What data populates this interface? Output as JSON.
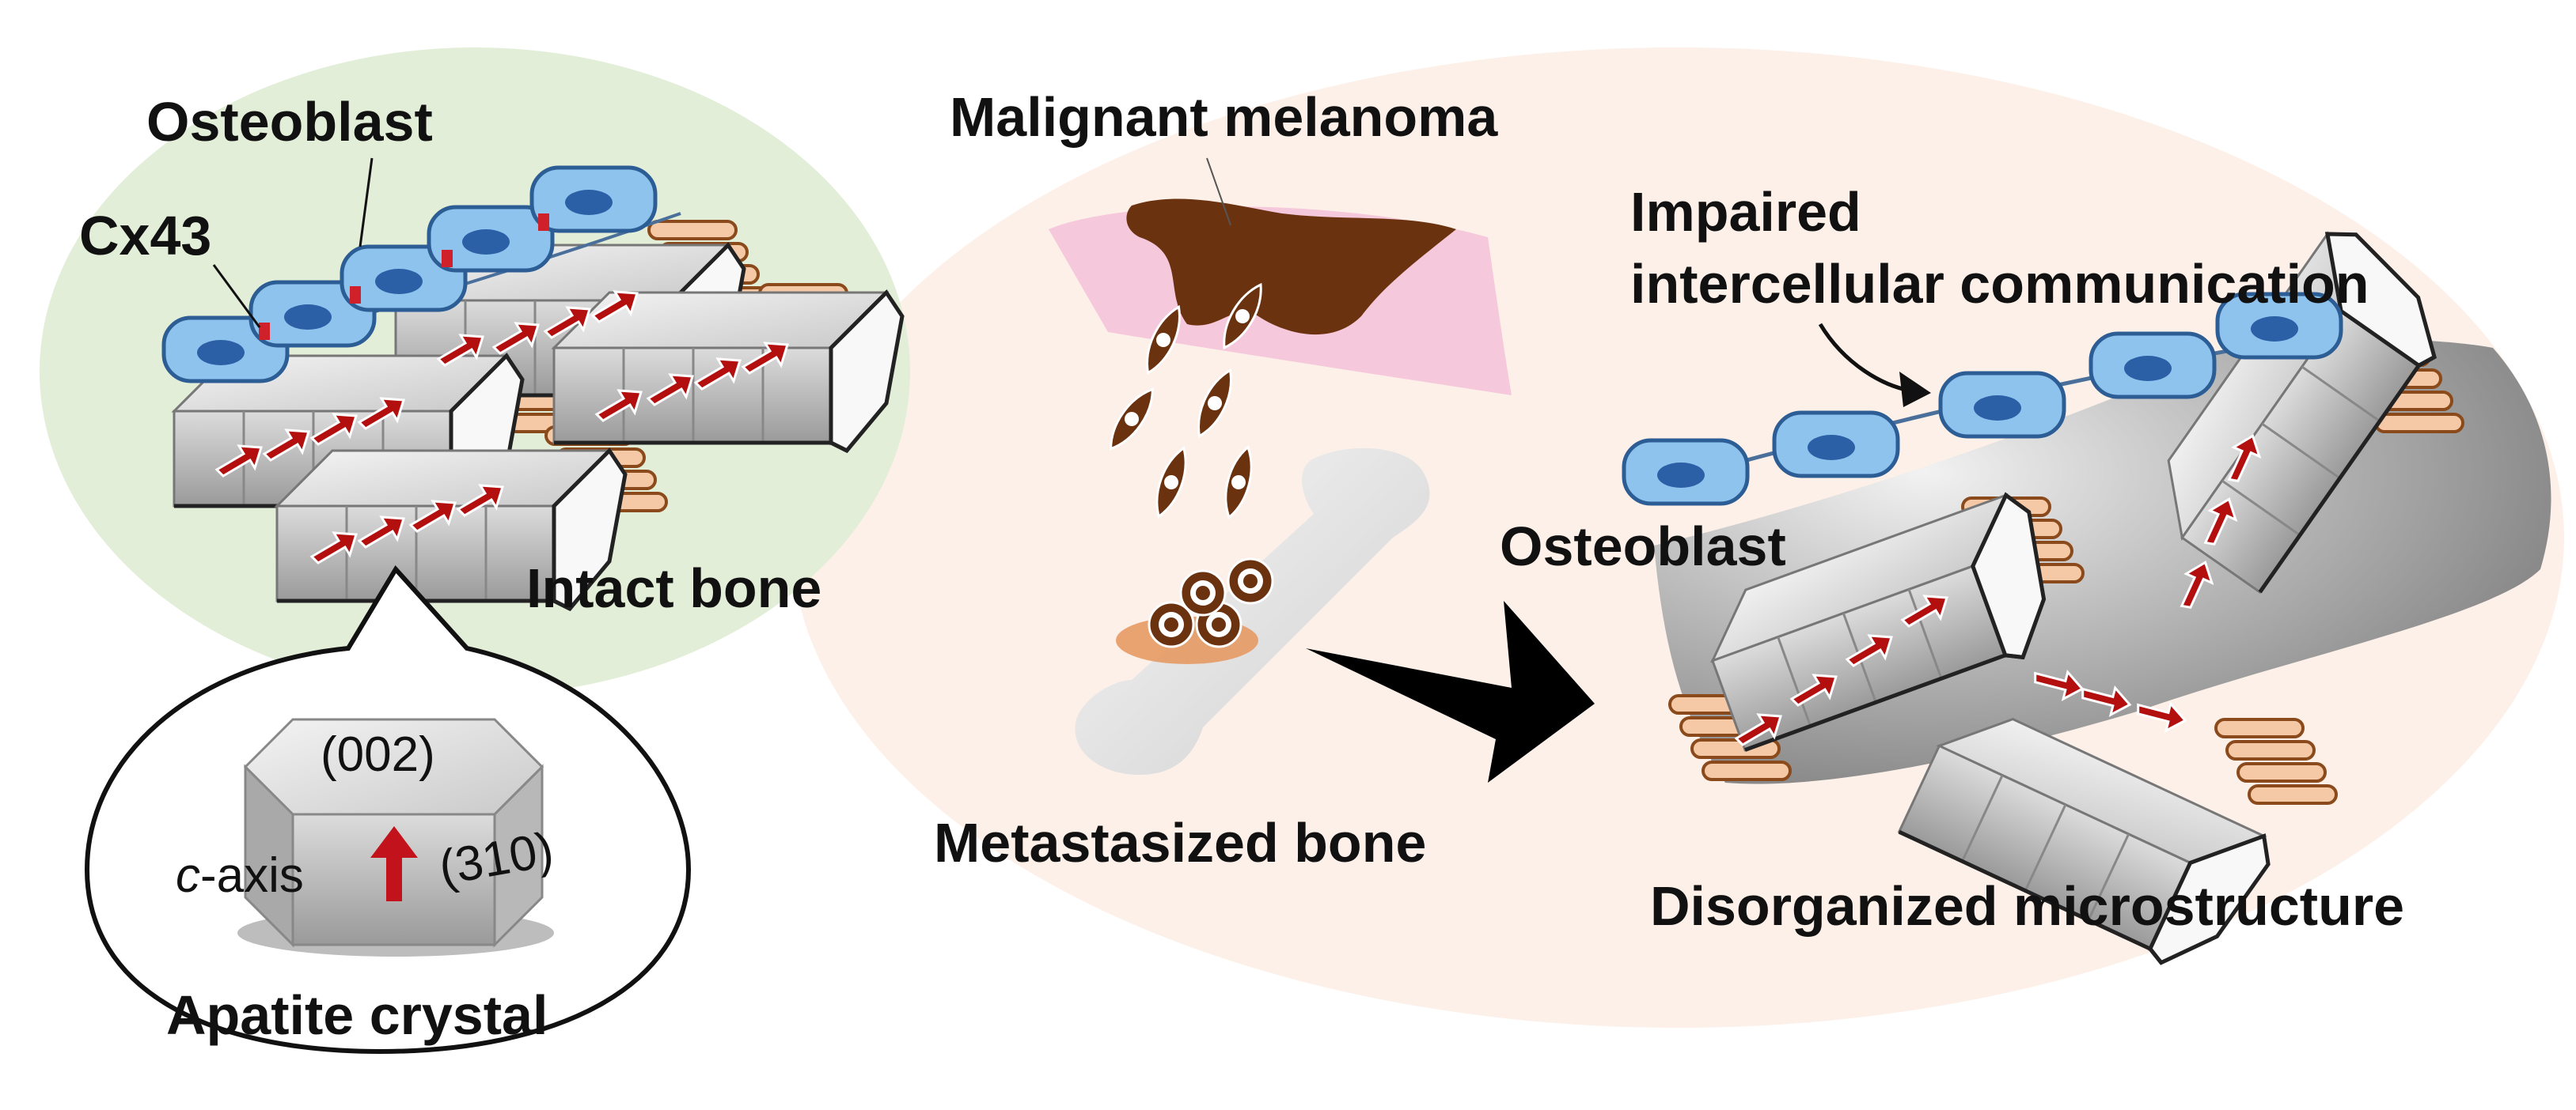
{
  "labels": {
    "osteoblast_left": "Osteoblast",
    "cx43": "Cx43",
    "intact_bone": "Intact bone",
    "malignant_melanoma": "Malignant melanoma",
    "impaired_line1": "Impaired",
    "impaired_line2": "intercellular communication",
    "osteoblast_right": "Osteoblast",
    "metastasized_bone": "Metastasized bone",
    "disorganized": "Disorganized microstructure",
    "apatite_crystal": "Apatite crystal",
    "plane_002": "(002)",
    "plane_310": "(310)",
    "c_axis_italic": "c",
    "c_axis_rest": "-axis"
  },
  "colors": {
    "intact_bg": "#e3eed8",
    "metastasis_bg": "#fdf0e8",
    "osteoblast_fill": "#8ec3ee",
    "osteoblast_nucleus": "#2b5fa6",
    "gap_junction": "#d0202a",
    "crystal_gray": "#c8c8c8",
    "arrow_red": "#b30f0f",
    "collagen": "#f5c9a6",
    "melanoma_brown": "#6b3210",
    "melanoma_pink": "#f6c8dc",
    "bone_gray": "#e6e6e6"
  }
}
